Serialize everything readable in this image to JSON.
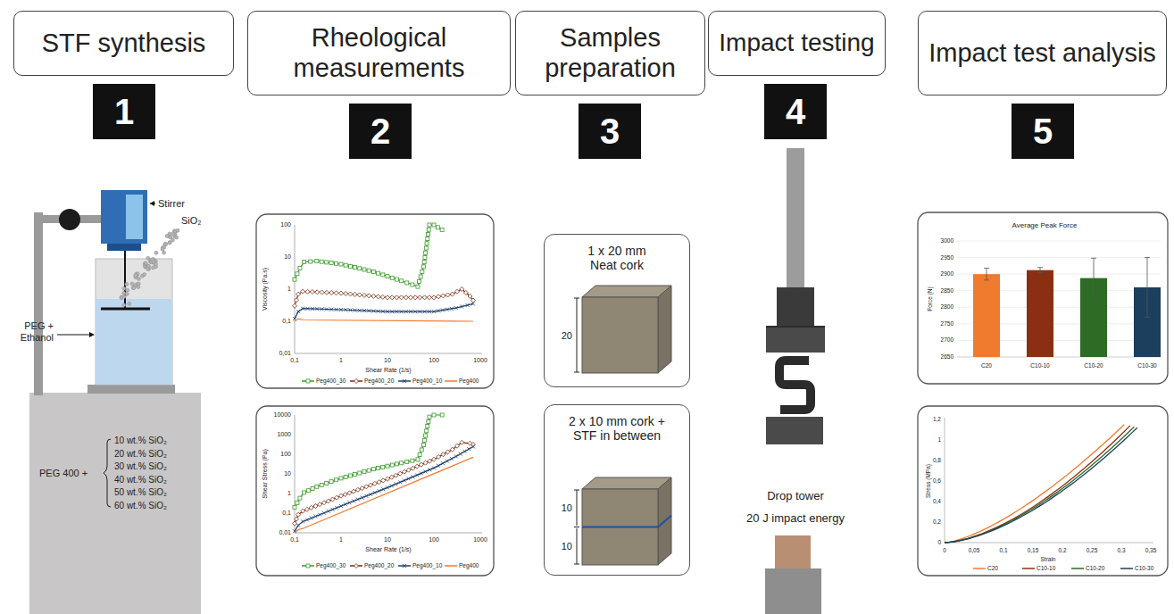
{
  "diagram": {
    "nodes": [
      {
        "text": [
          "STF synthesis"
        ]
      },
      {
        "text": [
          "1"
        ]
      },
      {
        "text": [
          "Rheological measurements"
        ]
      },
      {
        "text": [
          "2"
        ]
      },
      {
        "text": [
          "Samples preparation"
        ]
      },
      {
        "text": [
          "3"
        ]
      },
      {
        "text": [
          "Impact testing"
        ]
      },
      {
        "text": [
          "4"
        ]
      },
      {
        "text": [
          "Impact test analysis"
        ]
      },
      {
        "text": [
          "5"
        ]
      },
      {
        "text": [
          "1 x 20 mm Neat cork"
        ]
      },
      {
        "text": [
          "2 x 10 mm cork + STF in between"
        ]
      }
    ],
    "labels": [
      "Stirrer",
      "SiO₂",
      "PEG + Ethanol",
      "PEG 400 +",
      "10 wt.% SiO₂",
      "20 wt.% SiO₂",
      "30 wt.% SiO₂",
      "40 wt.% SiO₂",
      "50 wt.% SiO₂",
      "60 wt.% SiO₂",
      "100",
      "10",
      "1",
      "0,1",
      "0,01",
      "0,1",
      "1",
      "10",
      "100",
      "1000",
      "Viscosity (Pa.s)",
      "Shear Rate (1/s)",
      "10000",
      "1000",
      "100",
      "10",
      "1",
      "0,1",
      "0,01",
      "0,1",
      "1",
      "10",
      "100",
      "1000",
      "Shear Stress (Pa)",
      "Shear Rate (1/s)",
      "20",
      "10",
      "10",
      "Drop tower",
      "20 J impact energy",
      "Average Peak Force",
      "3000",
      "2950",
      "2900",
      "2850",
      "2800",
      "2750",
      "2700",
      "2650",
      "Force (N)",
      "C20",
      "C10-10",
      "C10-20",
      "C10-30",
      "1,2",
      "1",
      "0,8",
      "0,6",
      "0,4",
      "0,2",
      "0",
      "0",
      "0,05",
      "0,1",
      "0,15",
      "0,2",
      "0,25",
      "0,3",
      "0,35",
      "Stress (MPa)",
      "Strain"
    ],
    "legend": [
      {
        "text": "Peg400_30"
      },
      {
        "text": "Peg400_20"
      },
      {
        "text": "Peg400_10"
      },
      {
        "text": "Peg400"
      },
      {
        "text": "Peg400_30"
      },
      {
        "text": "Peg400_20"
      },
      {
        "text": "Peg400_10"
      },
      {
        "text": "Peg400"
      },
      {
        "text": "C20"
      },
      {
        "text": "C10-10"
      },
      {
        "text": "C10-20"
      },
      {
        "text": "C10-30"
      }
    ]
  }
}
